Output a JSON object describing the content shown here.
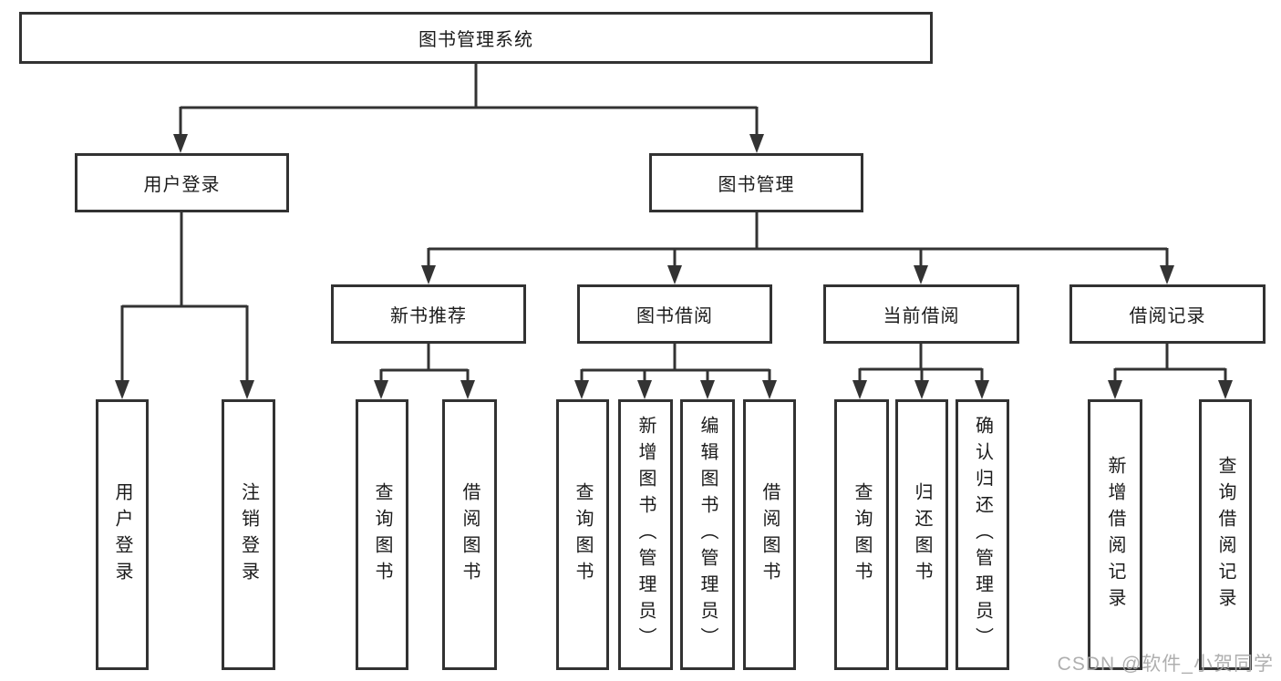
{
  "tree": {
    "label": "图书管理系统",
    "children": [
      {
        "label": "用户登录",
        "children": [
          {
            "label": "用户登录"
          },
          {
            "label": "注销登录"
          }
        ]
      },
      {
        "label": "图书管理",
        "children": [
          {
            "label": "新书推荐",
            "children": [
              {
                "label": "查询图书"
              },
              {
                "label": "借阅图书"
              }
            ]
          },
          {
            "label": "图书借阅",
            "children": [
              {
                "label": "查询图书"
              },
              {
                "label": "新增图书（管理员）"
              },
              {
                "label": "编辑图书（管理员）"
              },
              {
                "label": "借阅图书"
              }
            ]
          },
          {
            "label": "当前借阅",
            "children": [
              {
                "label": "查询图书"
              },
              {
                "label": "归还图书"
              },
              {
                "label": "确认归还（管理员）"
              }
            ]
          },
          {
            "label": "借阅记录",
            "children": [
              {
                "label": "新增借阅记录"
              },
              {
                "label": "查询借阅记录"
              }
            ]
          }
        ]
      }
    ]
  },
  "watermark": {
    "text": "CSDN @软件_小贺同学"
  },
  "colors": {
    "line": "#333333",
    "box_border": "#323232",
    "text": "#1b1b1b",
    "watermark": "#a8a8a8"
  }
}
